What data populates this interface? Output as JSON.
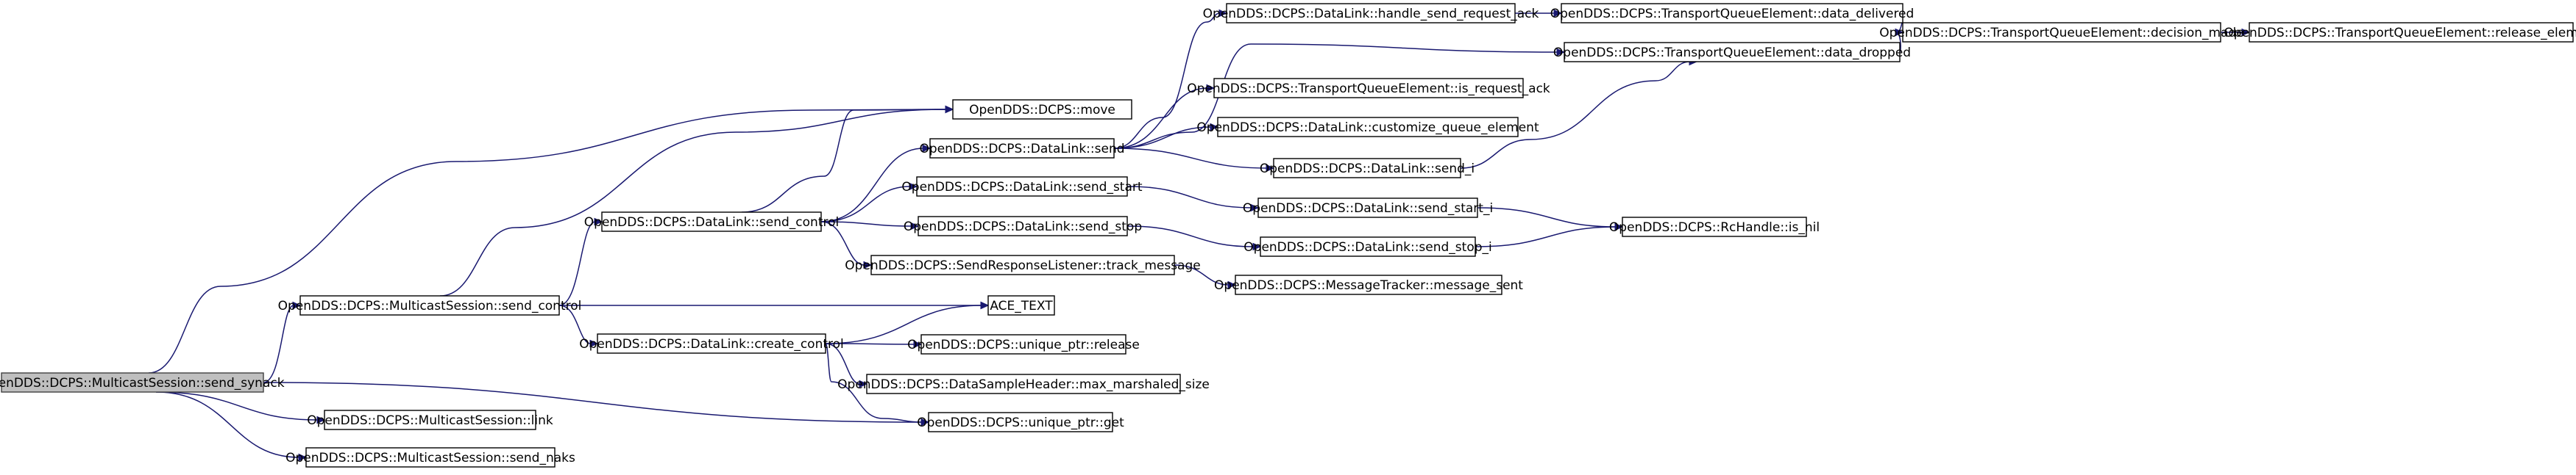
{
  "graph": {
    "root_fill": "#bfbfbf",
    "edge_color": "#191970",
    "nodes": {
      "send_synack": "OpenDDS::DCPS::MulticastSession::send_synack",
      "ms_send_control": "OpenDDS::DCPS::MulticastSession::send_control",
      "ms_link": "OpenDDS::DCPS::MulticastSession::link",
      "ms_send_naks": "OpenDDS::DCPS::MulticastSession::send_naks",
      "dl_send_control": "OpenDDS::DCPS::DataLink::send_control",
      "dl_create_control": "OpenDDS::DCPS::DataLink::create_control",
      "dcps_move": "OpenDDS::DCPS::move",
      "dl_send": "OpenDDS::DCPS::DataLink::send",
      "dl_send_start": "OpenDDS::DCPS::DataLink::send_start",
      "dl_send_stop": "OpenDDS::DCPS::DataLink::send_stop",
      "srl_track_message": "OpenDDS::DCPS::SendResponseListener::track_message",
      "ace_text": "ACE_TEXT",
      "up_release": "OpenDDS::DCPS::unique_ptr::release",
      "dsh_max_marshaled_size": "OpenDDS::DCPS::DataSampleHeader::max_marshaled_size",
      "up_get": "OpenDDS::DCPS::unique_ptr::get",
      "dl_handle_send_request_ack": "OpenDDS::DCPS::DataLink::handle_send_request_ack",
      "tqe_is_request_ack": "OpenDDS::DCPS::TransportQueueElement::is_request_ack",
      "dl_customize_queue_element": "OpenDDS::DCPS::DataLink::customize_queue_element",
      "dl_send_i": "OpenDDS::DCPS::DataLink::send_i",
      "dl_send_start_i": "OpenDDS::DCPS::DataLink::send_start_i",
      "dl_send_stop_i": "OpenDDS::DCPS::DataLink::send_stop_i",
      "mt_message_sent": "OpenDDS::DCPS::MessageTracker::message_sent",
      "tqe_data_delivered": "OpenDDS::DCPS::TransportQueueElement::data_delivered",
      "tqe_data_dropped": "OpenDDS::DCPS::TransportQueueElement::data_dropped",
      "rch_is_nil": "OpenDDS::DCPS::RcHandle::is_nil",
      "tqe_decision_made": "OpenDDS::DCPS::TransportQueueElement::decision_made",
      "tqe_release_element": "OpenDDS::DCPS::TransportQueueElement::release_element"
    }
  }
}
